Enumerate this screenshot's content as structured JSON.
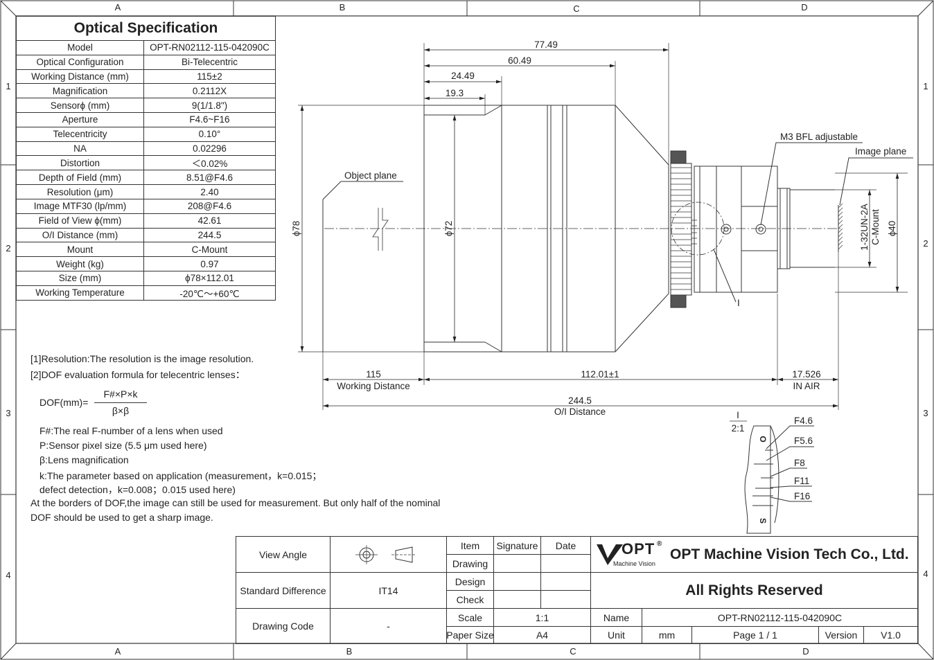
{
  "frame": {
    "cols": [
      "A",
      "B",
      "C",
      "D"
    ],
    "rows": [
      "1",
      "2",
      "3",
      "4"
    ]
  },
  "spec": {
    "title": "Optical Specification",
    "rows": [
      [
        "Model",
        "OPT-RN02112-115-042090C"
      ],
      [
        "Optical Configuration",
        "Bi-Telecentric"
      ],
      [
        "Working Distance (mm)",
        "115±2"
      ],
      [
        "Magnification",
        "0.2112X"
      ],
      [
        "Sensorϕ (mm)",
        "9(1/1.8\")"
      ],
      [
        "Aperture",
        "F4.6~F16"
      ],
      [
        "Telecentricity",
        "0.10°"
      ],
      [
        "NA",
        "0.02296"
      ],
      [
        "Distortion",
        "＜0.02%"
      ],
      [
        "Depth of Field (mm)",
        "8.51@F4.6"
      ],
      [
        "Resolution (μm)",
        "2.40"
      ],
      [
        "Image MTF30 (lp/mm)",
        "208@F4.6"
      ],
      [
        "Field of View ϕ(mm)",
        "42.61"
      ],
      [
        "O/I Distance (mm)",
        "244.5"
      ],
      [
        "Mount",
        "C-Mount"
      ],
      [
        "Weight (kg)",
        "0.97"
      ],
      [
        "Size (mm)",
        "ϕ78×112.01"
      ],
      [
        "Working Temperature",
        "-20℃～+60℃"
      ]
    ]
  },
  "notes": {
    "n1": "[1]Resolution:The resolution is  the image resolution.",
    "n2": "[2]DOF evaluation formula for telecentric lenses：",
    "formula_lhs": "DOF(mm)=",
    "formula_num": "F#×P×k",
    "formula_den": "β×β",
    "f1": "F#:The real F-number of a lens when used",
    "f2": "P:Sensor pixel size (5.5 μm used here)",
    "f3": "β:Lens magnification",
    "f4": "k:The parameter based on application (measurement，k=0.015；",
    "f5": "defect detection，k=0.008；0.015 used here)",
    "f6": "At the borders of DOF,the image can still be used for measurement. But only half of the nominal",
    "f7": "DOF should be used to get a sharp image."
  },
  "drawing": {
    "dim_77": "77.49",
    "dim_60": "60.49",
    "dim_24": "24.49",
    "dim_19": "19.3",
    "dia_78": "ϕ78",
    "dia_72": "ϕ72",
    "dia_40": "ϕ40",
    "object_plane": "Object plane",
    "image_plane": "Image plane",
    "bfl": "M3 BFL adjustable",
    "thread": "1-32UN-2A",
    "cmount": "C-Mount",
    "detail_mark": "I",
    "wd_val": "115",
    "wd_lbl": "Working Distance",
    "len_val": "112.01±1",
    "air_val": "17.526",
    "air_lbl": "IN AIR",
    "oi_val": "244.5",
    "oi_lbl": "O/I Distance",
    "detail_title": "I",
    "detail_scale": "2:1",
    "fstops": [
      "F4.6",
      "F5.6",
      "F8",
      "F11",
      "F16"
    ],
    "ring_o": "O",
    "ring_s": "S"
  },
  "titleblock": {
    "view_angle": "View Angle",
    "std_diff": "Standard Difference",
    "std_val": "IT14",
    "drawing_code": "Drawing Code",
    "drawing_code_val": "-",
    "item": "Item",
    "signature": "Signature",
    "date": "Date",
    "drawing": "Drawing",
    "design": "Design",
    "check": "Check",
    "scale": "Scale",
    "scale_val": "1:1",
    "paper_size": "Paper Size",
    "paper_val": "A4",
    "logo": "OPT",
    "logo_sub": "Machine Vision",
    "company": "OPT Machine Vision Tech Co., Ltd.",
    "rights": "All Rights Reserved",
    "name": "Name",
    "name_val": "OPT-RN02112-115-042090C",
    "unit": "Unit",
    "unit_val": "mm",
    "page": "Page  1 / 1",
    "version": "Version",
    "version_val": "V1.0"
  }
}
